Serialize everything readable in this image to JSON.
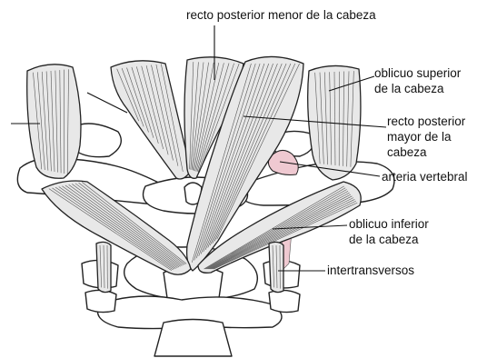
{
  "labels": {
    "recto_menor": "recto posterior menor de la cabeza",
    "oblicuo_superior": "oblicuo superior\nde la cabeza",
    "recto_mayor": "recto posterior\nmayor de la\ncabeza",
    "arteria_vertebral": "arteria vertebral",
    "oblicuo_inferior": "oblicuo inferior\nde la cabeza",
    "intertransversos": "intertransversos"
  },
  "colors": {
    "muscle_fill": "#e8e8e8",
    "bone_fill": "#ffffff",
    "outline": "#222222",
    "artery": "#efc9d1"
  }
}
